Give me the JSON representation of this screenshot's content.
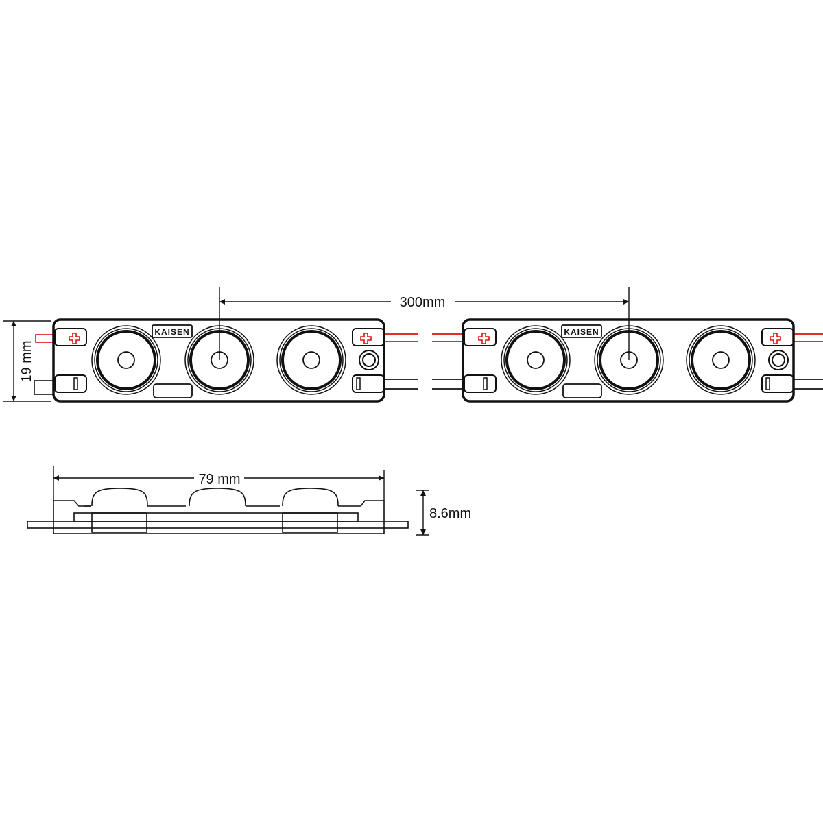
{
  "dimensions": {
    "pitch": "300mm",
    "height": "19 mm",
    "length": "79 mm",
    "thickness": "8.6mm"
  },
  "module": {
    "brand": "KAISEN",
    "led_count": 3
  },
  "colors": {
    "line": "#111111",
    "positive_wire": "#e01010",
    "dimension": "#1a1a3a"
  }
}
